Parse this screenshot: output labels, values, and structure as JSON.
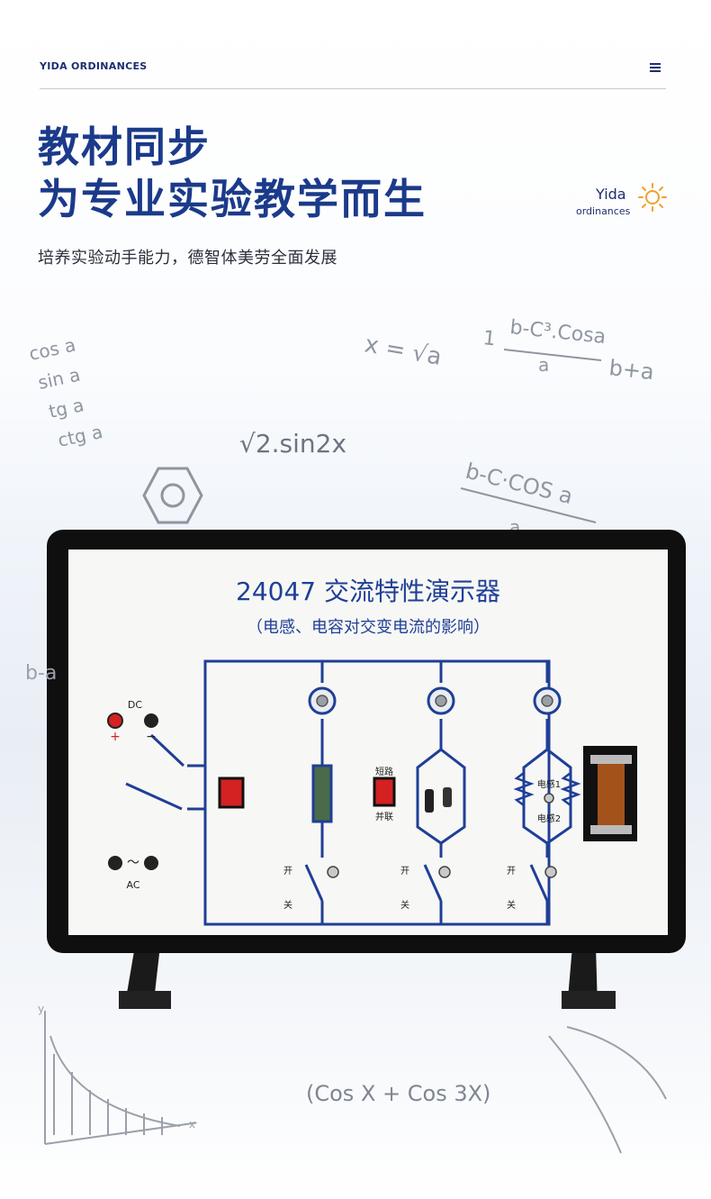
{
  "header": {
    "brand": "YIDA ORDINANCES",
    "menu_icon": "hamburger-menu-icon"
  },
  "hero": {
    "title_line1": "教材同步",
    "title_line2": "为专业实验教学而生",
    "subtitle": "培养实验动手能力，德智体美劳全面发展"
  },
  "logo": {
    "word": "Yida",
    "sub": "ordinances",
    "icon": "sun-icon",
    "sun_color": "#f0a12a"
  },
  "colors": {
    "title": "#1b3a8a",
    "circuit": "#1f3f97",
    "frame": "#111111",
    "red": "#d42121"
  },
  "board": {
    "title": "24047 交流特性演示器",
    "subtitle": "（电感、电容对交变电流的影响）",
    "dc_label": "DC",
    "plus": "+",
    "minus": "−",
    "ac_label": "AC",
    "ac_symbol": "～",
    "short_label": "短路",
    "parallel_label": "并联",
    "inductor1_label": "电感1",
    "inductor2_label": "电感2",
    "switch_on": "开",
    "switch_off": "关"
  },
  "scribbles": {
    "trig_list": [
      "cos a",
      "sin a",
      "tg a",
      "ctg a"
    ],
    "formula_root_a": "x = √a",
    "formula_fraction_top": "b-C³.Cosa",
    "formula_fraction_bottom": "a",
    "formula_fraction_prefix": "1",
    "formula_bplusa": "b+a",
    "formula_sin": "√2.sin2x",
    "formula_bccos_top": "b-C·COS a",
    "formula_bccos_bottom": "a",
    "formula_side": "b-a",
    "formula_bottom": "(Cos X + Cos 3X)",
    "axis_x": "x",
    "axis_y": "y"
  }
}
